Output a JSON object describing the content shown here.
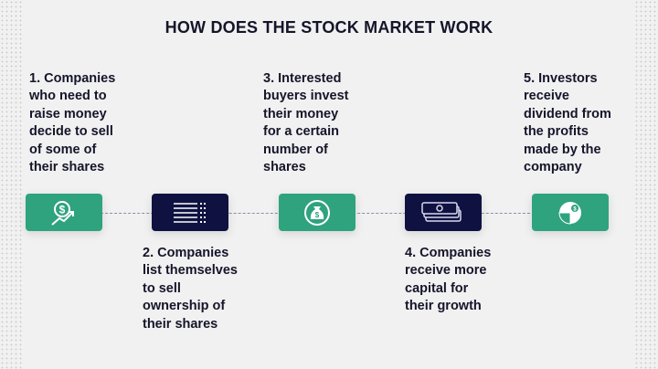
{
  "title": "HOW DOES THE STOCK MARKET WORK",
  "colors": {
    "green": "#2fa37e",
    "navy": "#0f1240",
    "background": "#f1f1f1"
  },
  "steps": [
    {
      "text": "1. Companies\nwho need to\nraise money\ndecide to sell\nof some of\ntheir shares",
      "icon": "dollar-growth-icon"
    },
    {
      "text": "2. Companies\nlist themselves\nto sell\nownership of\ntheir shares",
      "icon": "list-icon"
    },
    {
      "text": "3. Interested\nbuyers invest\ntheir money\nfor a certain\nnumber of\nshares",
      "icon": "money-bag-icon"
    },
    {
      "text": "4. Companies\nreceive more\ncapital for\ntheir growth",
      "icon": "cash-stack-icon"
    },
    {
      "text": "5. Investors\nreceive\ndividend from\nthe profits\nmade by the\ncompany",
      "icon": "pie-chart-icon"
    }
  ]
}
